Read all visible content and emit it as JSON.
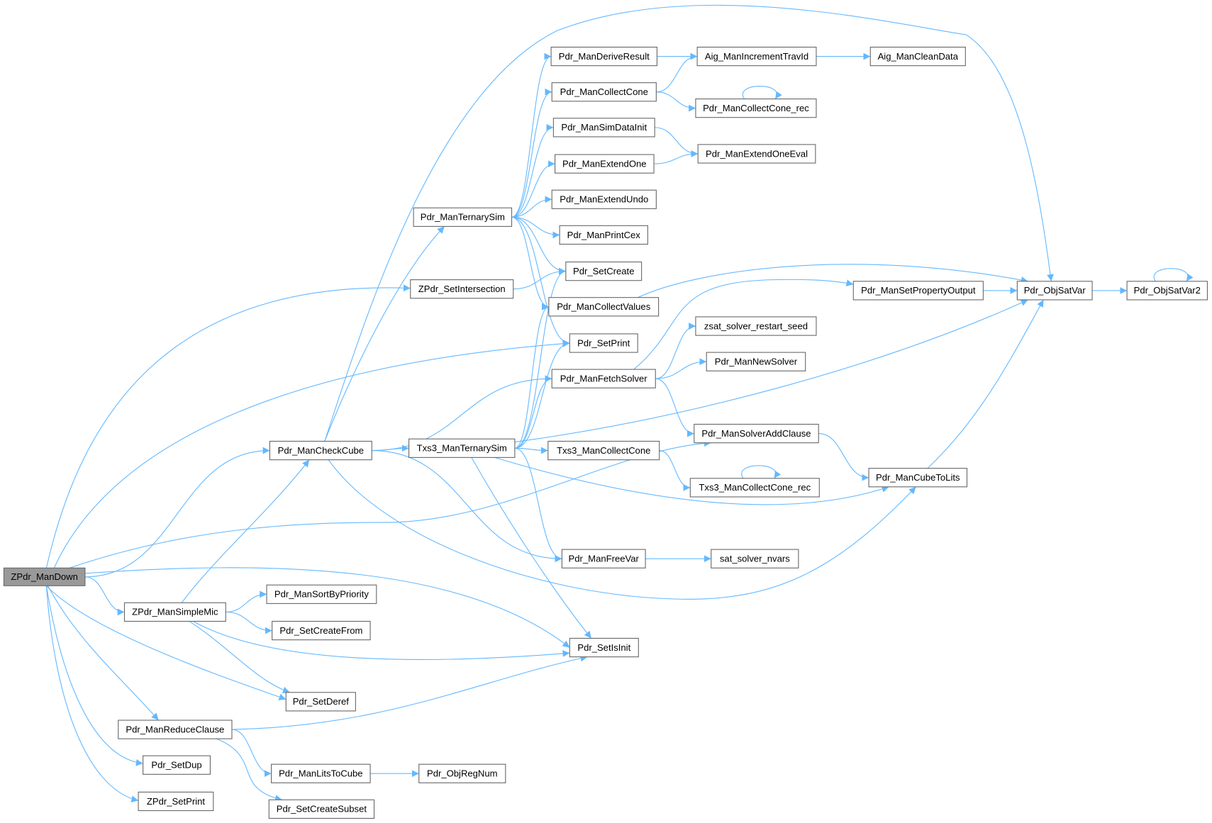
{
  "colors": {
    "edge": "#63b8ff",
    "root_fill": "#999999",
    "node_border": "#666666"
  },
  "root": "ZPdr_ManDown",
  "nodes": [
    "ZPdr_ManDown",
    "Pdr_ManDeriveResult",
    "Aig_ManIncrementTravId",
    "Aig_ManCleanData",
    "Pdr_ManCollectCone",
    "Pdr_ManCollectCone_rec",
    "Pdr_ManSimDataInit",
    "Pdr_ManExtendOneEval",
    "Pdr_ManExtendOne",
    "Pdr_ManExtendUndo",
    "Pdr_ManTernarySim",
    "Pdr_ManPrintCex",
    "Pdr_SetCreate",
    "ZPdr_SetIntersection",
    "Pdr_ManSetPropertyOutput",
    "Pdr_ObjSatVar",
    "Pdr_ObjSatVar2",
    "Pdr_ManCollectValues",
    "zsat_solver_restart_seed",
    "Pdr_SetPrint",
    "Pdr_ManNewSolver",
    "Pdr_ManFetchSolver",
    "Pdr_ManSolverAddClause",
    "Pdr_ManCheckCube",
    "Txs3_ManTernarySim",
    "Txs3_ManCollectCone",
    "Txs3_ManCollectCone_rec",
    "Pdr_ManCubeToLits",
    "Pdr_ManFreeVar",
    "sat_solver_nvars",
    "Pdr_ManSortByPriority",
    "ZPdr_ManSimpleMic",
    "Pdr_SetCreateFrom",
    "Pdr_SetIsInit",
    "Pdr_SetDeref",
    "Pdr_ManReduceClause",
    "Pdr_SetDup",
    "Pdr_ManLitsToCube",
    "Pdr_ObjRegNum",
    "ZPdr_SetPrint",
    "Pdr_SetCreateSubset"
  ],
  "edges": [
    [
      "ZPdr_ManDown",
      "ZPdr_SetIntersection"
    ],
    [
      "ZPdr_ManDown",
      "Pdr_SetPrint"
    ],
    [
      "ZPdr_ManDown",
      "Pdr_ManCheckCube"
    ],
    [
      "ZPdr_ManDown",
      "Pdr_ManSolverAddClause"
    ],
    [
      "ZPdr_ManDown",
      "Pdr_SetIsInit"
    ],
    [
      "ZPdr_ManDown",
      "ZPdr_ManSimpleMic"
    ],
    [
      "ZPdr_ManDown",
      "Pdr_SetDeref"
    ],
    [
      "ZPdr_ManDown",
      "Pdr_ManReduceClause"
    ],
    [
      "ZPdr_ManDown",
      "Pdr_SetDup"
    ],
    [
      "ZPdr_ManDown",
      "ZPdr_SetPrint"
    ],
    [
      "Pdr_ManCheckCube",
      "Pdr_ObjSatVar"
    ],
    [
      "Pdr_ManCheckCube",
      "Pdr_ManTernarySim"
    ],
    [
      "Pdr_ManCheckCube",
      "Txs3_ManTernarySim"
    ],
    [
      "Pdr_ManCheckCube",
      "Pdr_ManFetchSolver"
    ],
    [
      "Pdr_ManCheckCube",
      "Pdr_ManFreeVar"
    ],
    [
      "Pdr_ManCheckCube",
      "Pdr_ManCubeToLits"
    ],
    [
      "ZPdr_ManSimpleMic",
      "Pdr_ManCheckCube"
    ],
    [
      "ZPdr_ManSimpleMic",
      "Pdr_ManSortByPriority"
    ],
    [
      "ZPdr_ManSimpleMic",
      "Pdr_SetCreateFrom"
    ],
    [
      "ZPdr_ManSimpleMic",
      "Pdr_SetIsInit"
    ],
    [
      "ZPdr_ManSimpleMic",
      "Pdr_SetDeref"
    ],
    [
      "Pdr_ManReduceClause",
      "Pdr_SetIsInit"
    ],
    [
      "Pdr_ManReduceClause",
      "Pdr_ManLitsToCube"
    ],
    [
      "Pdr_ManReduceClause",
      "Pdr_SetCreateSubset"
    ],
    [
      "Pdr_ManLitsToCube",
      "Pdr_ObjRegNum"
    ],
    [
      "Pdr_ManTernarySim",
      "Pdr_ManDeriveResult"
    ],
    [
      "Pdr_ManTernarySim",
      "Pdr_ManCollectCone"
    ],
    [
      "Pdr_ManTernarySim",
      "Pdr_ManSimDataInit"
    ],
    [
      "Pdr_ManTernarySim",
      "Pdr_ManExtendOne"
    ],
    [
      "Pdr_ManTernarySim",
      "Pdr_ManExtendUndo"
    ],
    [
      "Pdr_ManTernarySim",
      "Pdr_ManPrintCex"
    ],
    [
      "Pdr_ManTernarySim",
      "Pdr_SetCreate"
    ],
    [
      "Pdr_ManTernarySim",
      "Pdr_ManCollectValues"
    ],
    [
      "Pdr_ManTernarySim",
      "Pdr_SetPrint"
    ],
    [
      "Txs3_ManTernarySim",
      "Pdr_SetCreate"
    ],
    [
      "Txs3_ManTernarySim",
      "Pdr_ManCollectValues"
    ],
    [
      "Txs3_ManTernarySim",
      "Pdr_SetPrint"
    ],
    [
      "Txs3_ManTernarySim",
      "Pdr_ManFetchSolver"
    ],
    [
      "Txs3_ManTernarySim",
      "Pdr_ObjSatVar"
    ],
    [
      "Txs3_ManTernarySim",
      "Txs3_ManCollectCone"
    ],
    [
      "Txs3_ManTernarySim",
      "Pdr_ManCubeToLits"
    ],
    [
      "Txs3_ManTernarySim",
      "Pdr_ManFreeVar"
    ],
    [
      "Txs3_ManTernarySim",
      "Pdr_SetIsInit"
    ],
    [
      "ZPdr_SetIntersection",
      "Pdr_SetCreate"
    ],
    [
      "Pdr_ManDeriveResult",
      "Aig_ManIncrementTravId"
    ],
    [
      "Aig_ManIncrementTravId",
      "Aig_ManCleanData"
    ],
    [
      "Pdr_ManCollectCone",
      "Aig_ManIncrementTravId"
    ],
    [
      "Pdr_ManCollectCone",
      "Pdr_ManCollectCone_rec"
    ],
    [
      "Pdr_ManCollectCone_rec",
      "Pdr_ManCollectCone_rec"
    ],
    [
      "Pdr_ManSimDataInit",
      "Pdr_ManExtendOneEval"
    ],
    [
      "Pdr_ManExtendOne",
      "Pdr_ManExtendOneEval"
    ],
    [
      "Pdr_ManCollectValues",
      "Pdr_ObjSatVar"
    ],
    [
      "Pdr_ManFetchSolver",
      "Pdr_ManSetPropertyOutput"
    ],
    [
      "Pdr_ManFetchSolver",
      "zsat_solver_restart_seed"
    ],
    [
      "Pdr_ManFetchSolver",
      "Pdr_ManNewSolver"
    ],
    [
      "Pdr_ManFetchSolver",
      "Pdr_ManSolverAddClause"
    ],
    [
      "Pdr_ManSetPropertyOutput",
      "Pdr_ObjSatVar"
    ],
    [
      "Pdr_ObjSatVar",
      "Pdr_ObjSatVar2"
    ],
    [
      "Pdr_ObjSatVar2",
      "Pdr_ObjSatVar2"
    ],
    [
      "Pdr_ManSolverAddClause",
      "Pdr_ManCubeToLits"
    ],
    [
      "Pdr_ManCubeToLits",
      "Pdr_ObjSatVar"
    ],
    [
      "Txs3_ManCollectCone",
      "Txs3_ManCollectCone_rec"
    ],
    [
      "Txs3_ManCollectCone_rec",
      "Txs3_ManCollectCone_rec"
    ],
    [
      "Pdr_ManFreeVar",
      "sat_solver_nvars"
    ]
  ]
}
